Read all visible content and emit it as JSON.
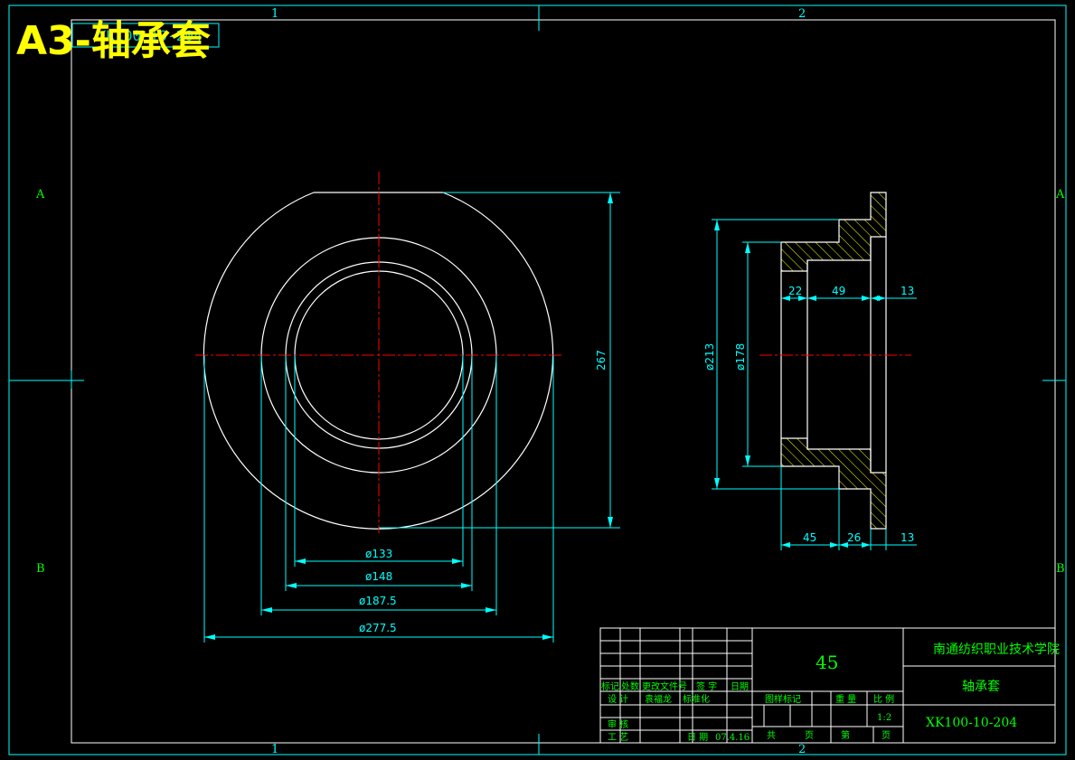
{
  "title": {
    "main": "A3-轴承套",
    "overlay": "XK100-10-204"
  },
  "zones": {
    "top_1": "1",
    "top_2": "2",
    "bottom_1": "1",
    "bottom_2": "2",
    "left_a": "A",
    "left_b": "B",
    "right_a": "A",
    "right_b": "B"
  },
  "front_view": {
    "height_dim": "267",
    "dia_133": "ø133",
    "dia_148": "ø148",
    "dia_1875": "ø187.5",
    "dia_2775": "ø277.5"
  },
  "side_view": {
    "dia_213": "ø213",
    "dia_178": "ø178",
    "w_22": "22",
    "w_49": "49",
    "w_13_top": "13",
    "w_45": "45",
    "w_26": "26",
    "w_13_bottom": "13"
  },
  "title_block": {
    "material": "45",
    "school": "南通纺织职业技术学院",
    "part_name": "轴承套",
    "drawing_no": "XK100-10-204",
    "scale": "1:2",
    "date": "07.4.16",
    "labels": {
      "mark": "标记",
      "count": "处数",
      "change_doc": "更改文件号",
      "sign": "签 字",
      "date": "日期",
      "design": "设 计",
      "standardize": "标准化",
      "review": "审 核",
      "process": "工 艺",
      "date2": "日 期",
      "stage_mark": "图样标记",
      "weight": "重 量",
      "ratio": "比 例",
      "total": "共",
      "page": "页",
      "sheet": "第",
      "page2": "页",
      "designer_name": "袁福龙"
    }
  },
  "colors": {
    "border": "#00ffff",
    "geometry": "#ffffff",
    "dim": "#00ffff",
    "text": "#00ff00",
    "center": "#ff0000",
    "hatch": "#ffff00",
    "title": "#ffff00"
  }
}
